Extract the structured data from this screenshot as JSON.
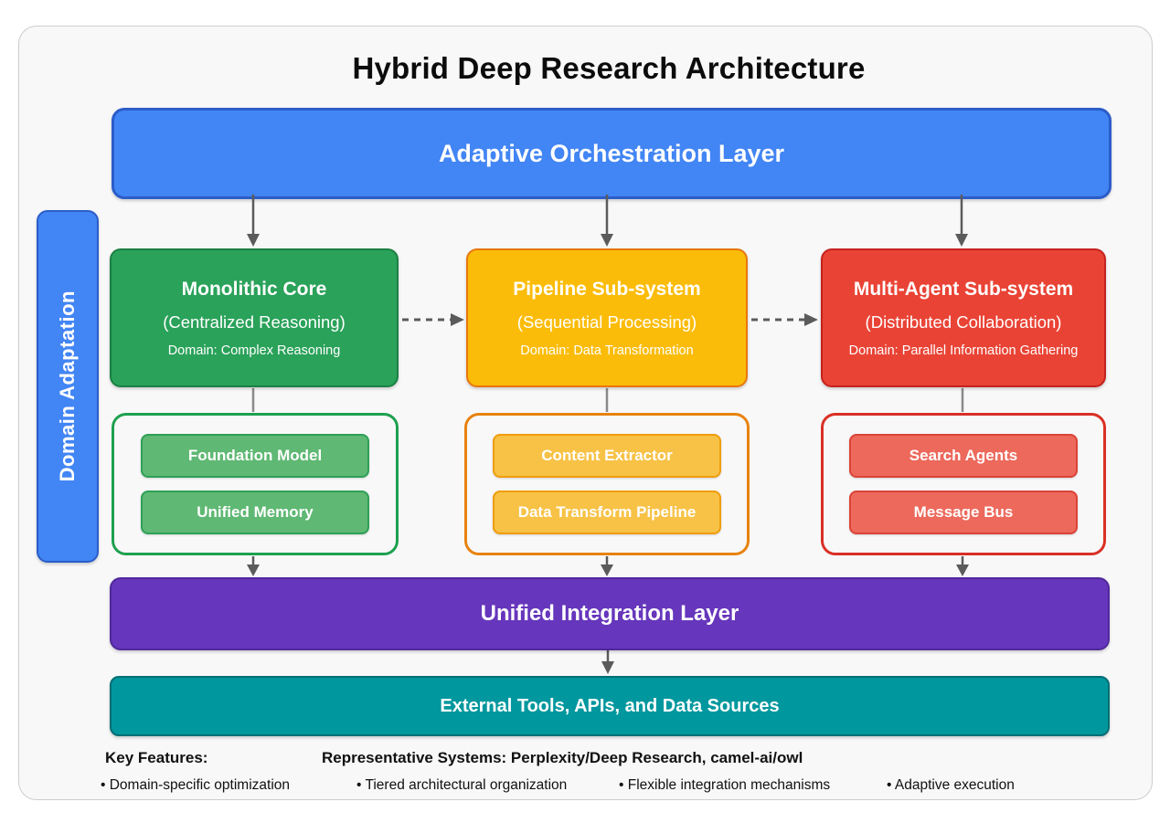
{
  "title": "Hybrid Deep Research Architecture",
  "layers": {
    "orchestration": {
      "label": "Adaptive Orchestration Layer"
    },
    "integration": {
      "label": "Unified Integration Layer"
    },
    "external": {
      "label": "External Tools, APIs, and Data Sources"
    }
  },
  "side_label": {
    "label": "Domain Adaptation"
  },
  "subsystems": [
    {
      "title": "Monolithic Core",
      "subtitle": "(Centralized Reasoning)",
      "domain": "Domain: Complex Reasoning",
      "components": [
        "Foundation Model",
        "Unified Memory"
      ]
    },
    {
      "title": "Pipeline Sub-system",
      "subtitle": "(Sequential Processing)",
      "domain": "Domain: Data Transformation",
      "components": [
        "Content Extractor",
        "Data Transform Pipeline"
      ]
    },
    {
      "title": "Multi-Agent Sub-system",
      "subtitle": "(Distributed Collaboration)",
      "domain": "Domain: Parallel Information Gathering",
      "components": [
        "Search Agents",
        "Message Bus"
      ]
    }
  ],
  "footer": {
    "key_features_label": "Key Features:",
    "systems_label": "Representative Systems: Perplexity/Deep Research, camel-ai/owl",
    "bullets": [
      "• Domain-specific optimization",
      "• Tiered architectural organization",
      "• Flexible integration mechanisms",
      "• Adaptive execution"
    ]
  },
  "colors": {
    "blue": "#4285F4",
    "blue_border": "#2B5DC9",
    "green": "#2AA25A",
    "green_border": "#1B8043",
    "green_light": "#5FB873",
    "yellow": "#FBBC09",
    "yellow_border": "#E8770D",
    "yellow_light": "#F7C246",
    "red": "#E94335",
    "red_border": "#C5221F",
    "red_light": "#EC695C",
    "purple": "#6636BC",
    "purple_border": "#50299A",
    "teal": "#00979E",
    "teal_border": "#006E74",
    "arrow": "#5B5B5B",
    "card_bg": "#F8F8F9"
  }
}
